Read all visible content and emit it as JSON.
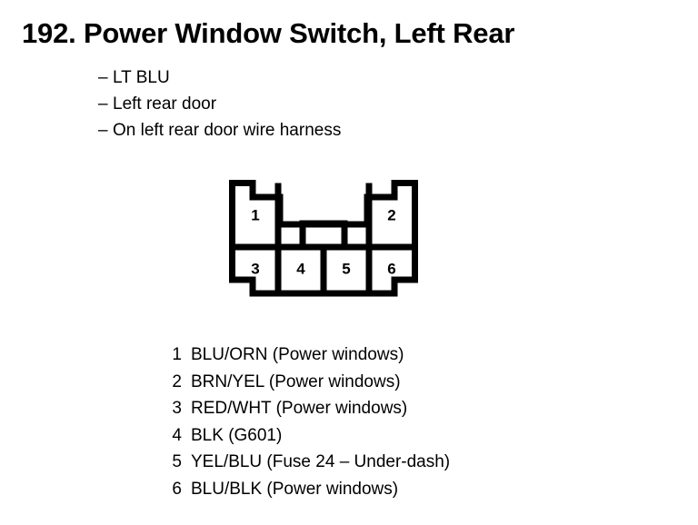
{
  "page": {
    "background_color": "#ffffff",
    "ink_color": "#000000"
  },
  "title": {
    "number": "192.",
    "text": "Power Window Switch, Left Rear",
    "full": "192. Power Window Switch, Left Rear"
  },
  "attributes": {
    "dash": "–",
    "items": [
      "LT BLU",
      "Left rear door",
      "On left rear door wire harness"
    ]
  },
  "connector": {
    "name": "6-pin connector, LT BLU",
    "pin_count": 6,
    "rows": [
      {
        "row": "top",
        "pins": [
          "1",
          "2"
        ]
      },
      {
        "row": "bottom",
        "pins": [
          "3",
          "4",
          "5",
          "6"
        ]
      }
    ],
    "pin_labels": [
      "1",
      "2",
      "3",
      "4",
      "5",
      "6"
    ]
  },
  "wire_legend": {
    "rows": [
      {
        "pin": "1",
        "description": "BLU/ORN (Power windows)"
      },
      {
        "pin": "2",
        "description": "BRN/YEL (Power windows)"
      },
      {
        "pin": "3",
        "description": "RED/WHT (Power windows)"
      },
      {
        "pin": "4",
        "description": "BLK (G601)"
      },
      {
        "pin": "5",
        "description": "YEL/BLU (Fuse 24 – Under-dash)"
      },
      {
        "pin": "6",
        "description": "BLU/BLK (Power windows)"
      }
    ]
  }
}
